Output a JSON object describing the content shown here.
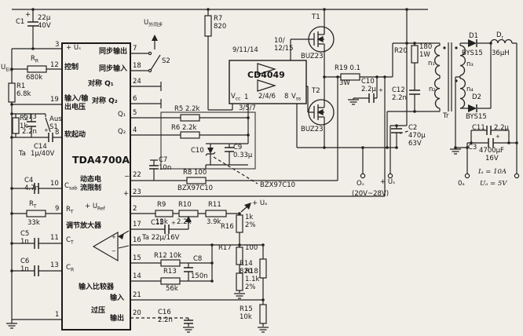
{
  "left": {
    "c1": "C1",
    "c1p": "+",
    "c1v": "22μ\n40V",
    "uein_m": "U",
    "uein_s": "Ein",
    "rr_m": "R",
    "rr_s": "R",
    "rr_v": "680k",
    "r1": "R1\n6.8k",
    "r2": "R2\n1k",
    "c13": "C13",
    "c13v": "2.2n",
    "s1": "Aus\nS1",
    "c14": "C14",
    "c14ta": "Ta",
    "c14v": "1μ/40V",
    "c14p": "+",
    "c4": "C4\n4.7n",
    "rt_m": "R",
    "rt_s": "T",
    "rt_v": "33k",
    "c5": "C5\n1n",
    "c6": "C6\n1n"
  },
  "ic": {
    "part": "TDA4700A",
    "pl": [
      "3",
      "12",
      "19",
      "8",
      "10",
      "9",
      "11",
      "13",
      "1"
    ],
    "pr": [
      "7",
      "18",
      "24",
      "6",
      "5",
      "4",
      "22",
      "23",
      "2",
      "17",
      "16",
      "15",
      "14",
      "21",
      "20"
    ],
    "us": "+ Uₛ",
    "sync_out": "同步输出",
    "ctrl": "控制",
    "sync_in": "同步输入",
    "sym1": "对称 Q₁",
    "io": "输入/输\n出电压",
    "sym2": "对称 Q₂",
    "q1": "Q₁",
    "q2": "Q₂",
    "soft": "软起动",
    "csab_m": "C",
    "csab_s": "sab",
    "dyn": "动态电\n流限制",
    "minus": "−",
    "plus": "+",
    "rt_m": "R",
    "rt_s": "T",
    "uref_m": "+ U",
    "uref_s": "Ref",
    "amp": "调节放大器",
    "amp_plus": "+",
    "amp_minus": "−",
    "ct_m": "C",
    "ct_s": "T",
    "cr_m": "C",
    "cr_s": "R",
    "comp": "输入比较器",
    "inp": "输入",
    "ovp": "过压",
    "outp": "输出"
  },
  "mid": {
    "r7": "R7\n820",
    "r5": "R5 2.2k",
    "r6": "R6 2.2k",
    "c10z": "C10",
    "c9": "C9\n0.33μ",
    "bzx1": "BZX97C10",
    "bzx2": "BZX97C10",
    "r8": "R8 100",
    "c7": "C7\n10n",
    "cd": "CD4049",
    "p91114": "9/11/14",
    "p101215": "10/\n12/15",
    "vcc_m": "V",
    "vcc_s": "cc",
    "vcc_pin": "1",
    "p246": "2/4/6",
    "p357": "3/5/7",
    "p8": "8",
    "vss_m": "V",
    "vss_s": "ss",
    "r9": "R9",
    "r9v": "12k",
    "r10": "R10",
    "r10v": "2.2k",
    "r11": "R11",
    "r11v": "3.9k",
    "ua": "+ Uₐ",
    "c15": "C15",
    "c15p": "+",
    "c15v": "Ta  22μ/16V",
    "r16": "R16",
    "r16v": "1k\n2%",
    "r17": "R17",
    "r17v": "100",
    "r18": "R18\n1.1k\n2%",
    "r12": "R12 10k",
    "c8": "C8",
    "c8v": "150n",
    "r13": "R13",
    "r13v": "56k",
    "r14": "R14\n820",
    "r15": "R15\n10k",
    "c16": "C16\n2.2n"
  },
  "drv": {
    "s2": "S2",
    "uext_m": "U",
    "uext_s": "外同步",
    "t1": "T1",
    "t1t": "BUZ23",
    "t2": "T2",
    "t2t": "BUZ23",
    "r19": "R19 0.1",
    "r19w": "3W",
    "c10": "C10\n2.2μ",
    "c10p": "+"
  },
  "out": {
    "c2": "C2\n470μ\n63V",
    "os": "Oₛ",
    "us": "+ Uₛ",
    "range": "(20V~28V)",
    "r20": "R20",
    "r20v": "180\n1W",
    "c12": "C12\n2.2n",
    "n1": "n₁",
    "n2": "n₂",
    "n3": "n₃",
    "n4": "n₄",
    "tr": "Tr",
    "d1": "D1",
    "d1t": "BYS15",
    "dr_m": "D",
    "dr_s": "r",
    "drv": "36μH",
    "d2": "D2",
    "d2t": "BYS15",
    "c11": "C11",
    "c11v": "2.2μ",
    "c3": "C3",
    "c3v": "4700μF",
    "c3volt": "16V",
    "c3p": "+",
    "ia": "Iₐ = 10A",
    "ua": "Uₐ = 5V",
    "oa": "0ₐ"
  }
}
